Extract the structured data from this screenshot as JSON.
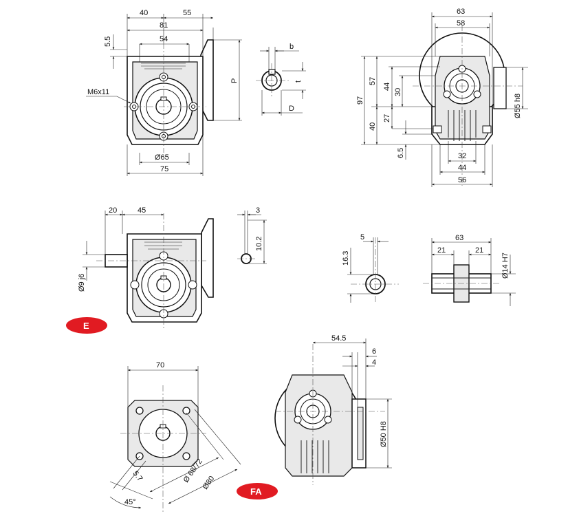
{
  "colors": {
    "badge": "#e11b22",
    "line": "#111111",
    "fill": "#e9e9e9"
  },
  "badges": {
    "e": "E",
    "fa": "FA"
  },
  "view_main": {
    "dim_40": "40",
    "dim_55": "55",
    "dim_81": "81",
    "dim_54": "54",
    "dim_5_5": "5.5",
    "thread": "M6x11",
    "dim_d65": "Ø65",
    "dim_75": "75"
  },
  "view_keyway": {
    "b": "b",
    "t": "t",
    "D": "D"
  },
  "view_flange": {
    "dim_p": "P"
  },
  "view_side": {
    "dim_63": "63",
    "dim_58": "58",
    "dim_97": "97",
    "dim_57": "57",
    "dim_44": "44",
    "dim_30": "30",
    "dim_40": "40",
    "dim_27": "27",
    "dim_6_5": "6.5",
    "dim_32": "32",
    "dim_44b": "44",
    "dim_56": "56",
    "dim_d55": "Ø55 h8"
  },
  "view_e": {
    "dim_20": "20",
    "dim_45": "45",
    "dim_d9": "Ø9 j6"
  },
  "view_key_e": {
    "dim_3": "3",
    "dim_10_2": "10.2"
  },
  "view_shaft_key": {
    "dim_5": "5",
    "dim_16_3": "16.3"
  },
  "view_shaft": {
    "dim_63": "63",
    "dim_21a": "21",
    "dim_21b": "21",
    "dim_d14": "Ø14 H7"
  },
  "view_fa_front": {
    "dim_70": "70",
    "dim_5_7": "5.7",
    "dim_d68": "Ø 68/72",
    "dim_d80": "Ø80",
    "angle": "45°"
  },
  "view_fa_side": {
    "dim_54_5": "54.5",
    "dim_6": "6",
    "dim_4": "4",
    "dim_d50": "Ø50 H8"
  }
}
